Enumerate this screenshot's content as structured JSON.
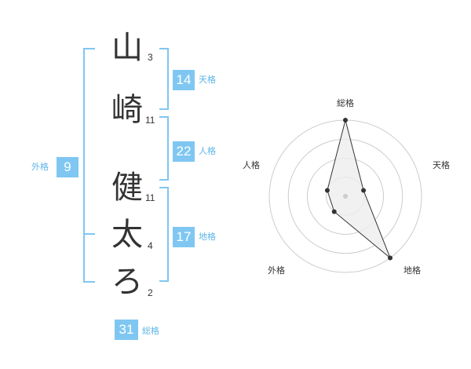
{
  "name": {
    "characters": [
      {
        "char": "山",
        "strokes": "3"
      },
      {
        "char": "崎",
        "strokes": "11"
      },
      {
        "char": "健",
        "strokes": "11"
      },
      {
        "char": "太",
        "strokes": "4"
      },
      {
        "char": "ろ",
        "strokes": "2"
      }
    ]
  },
  "grades": {
    "tenkaku": {
      "label": "天格",
      "value": "14"
    },
    "jinkaku": {
      "label": "人格",
      "value": "22"
    },
    "chikaku": {
      "label": "地格",
      "value": "17"
    },
    "gaikaku": {
      "label": "外格",
      "value": "9"
    },
    "soukaku": {
      "label": "総格",
      "value": "31"
    }
  },
  "radar": {
    "axes": [
      "総格",
      "天格",
      "地格",
      "外格",
      "人格"
    ],
    "values": [
      4,
      1,
      4,
      1,
      1
    ],
    "max": 4,
    "rings": 4,
    "colors": {
      "ring": "#cccccc",
      "fill": "#eeeeee",
      "line": "#333333",
      "point": "#333333",
      "center": "#cccccc"
    }
  },
  "colors": {
    "accent": "#7fc7f2",
    "label": "#5eb6e8"
  }
}
